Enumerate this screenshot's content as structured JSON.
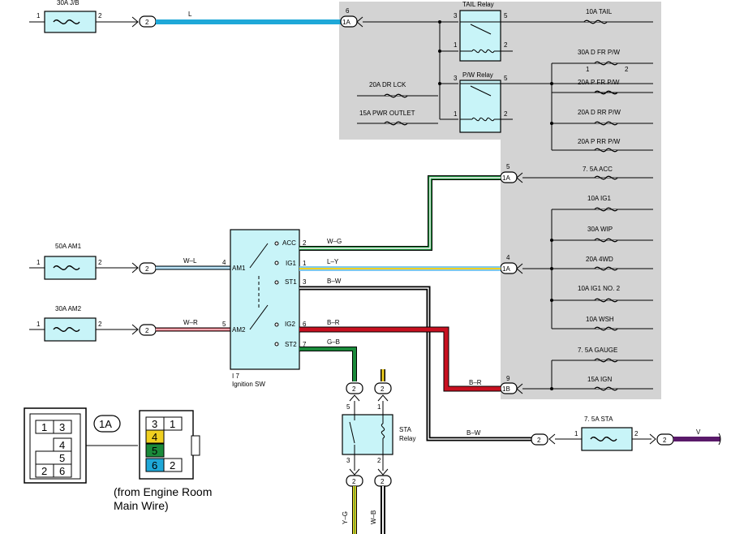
{
  "fuses": {
    "jb_top": "30A J/B",
    "am1": "50A AM1",
    "am2": "30A AM2",
    "tail": "10A TAIL",
    "d_fr_pw": "30A D FR P/W",
    "dr_lck": "20A DR LCK",
    "p_fr_pw": "20A P FR P/W",
    "pwr_outlet": "15A PWR OUTLET",
    "d_rr_pw": "20A D RR P/W",
    "p_rr_pw": "20A P RR P/W",
    "acc": "7. 5A ACC",
    "ig1": "10A IG1",
    "wip": "30A WIP",
    "fwd": "20A 4WD",
    "ig1_no2": "10A IG1 NO. 2",
    "wsh": "10A WSH",
    "gauge": "7. 5A GAUGE",
    "ign": "15A IGN",
    "sta": "7. 5A STA"
  },
  "relays": {
    "tail": "TAIL Relay",
    "pw": "P/W Relay",
    "sta_line1": "STA",
    "sta_line2": "Relay"
  },
  "ignition_switch": {
    "ref": "I 7",
    "name": "Ignition SW",
    "terminals": {
      "am1": "AM1",
      "am2": "AM2",
      "acc": "ACC",
      "ig1": "IG1",
      "st1": "ST1",
      "ig2": "IG2",
      "st2": "ST2"
    }
  },
  "wires": {
    "l": "L",
    "w_l": "W–L",
    "w_r": "W–R",
    "w_g": "W–G",
    "l_y": "L–Y",
    "b_w": "B–W",
    "b_r": "B–R",
    "g_b": "G–B",
    "b_r2": "B–R",
    "b_w2": "B–W",
    "v": "V",
    "y_g": "Y–G",
    "w_b": "W–B"
  },
  "connectors": {
    "c_1a": "1A",
    "c_1b": "1B",
    "c_2": "2"
  },
  "pins": {
    "p1": "1",
    "p2": "2",
    "p3": "3",
    "p4": "4",
    "p5": "5",
    "p6": "6",
    "p7": "7",
    "p9": "9"
  },
  "connector_view": {
    "label": "1A",
    "caption_line1": "(from Engine Room",
    "caption_line2": "Main Wire)",
    "left_grid": [
      "1",
      "3",
      "4",
      "5",
      "2",
      "6"
    ],
    "right_grid": [
      "3",
      "1",
      "4",
      "5",
      "6",
      "2"
    ]
  },
  "colors": {
    "background": "#ffffff",
    "jb_panel": "#d3d3d3",
    "fuse_fill": "#c8f4f8",
    "wire_l": "#1fa8d8",
    "wire_w": "#ffffff",
    "wire_green": "#1a8a3a",
    "wire_yellow": "#f0d020",
    "wire_red": "#c81020",
    "wire_violet": "#5a1a6a",
    "wire_black": "#000000",
    "wire_light_blue": "#7fc8ec"
  }
}
